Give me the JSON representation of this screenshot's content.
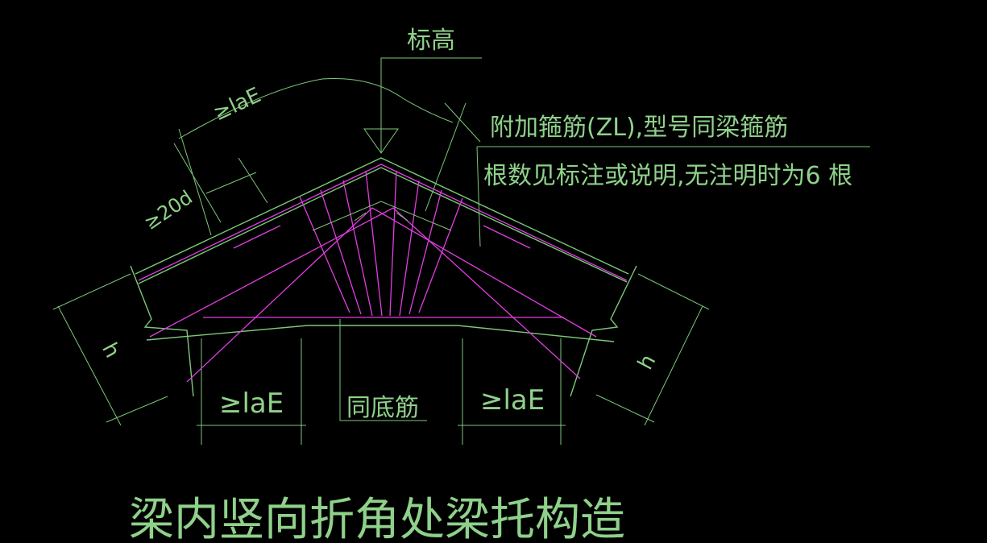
{
  "colors": {
    "background": "#000000",
    "beam_outline": "#7cc87a",
    "rebar": "#e23ee2",
    "text": "#8fd18a"
  },
  "labels": {
    "elevation": "标高",
    "lae_top": "≥laE",
    "anchor_20d": "≥20d",
    "note_line1": "附加箍筋(ZL),型号同梁箍筋",
    "note_line2": "根数见标注或说明,无注明时为6 根",
    "h_left": "h",
    "h_right": "h",
    "lae_left": "≥laE",
    "lae_right": "≥laE",
    "same_bottom_bar": "同底筋",
    "title": "梁内竖向折角处梁托构造"
  }
}
